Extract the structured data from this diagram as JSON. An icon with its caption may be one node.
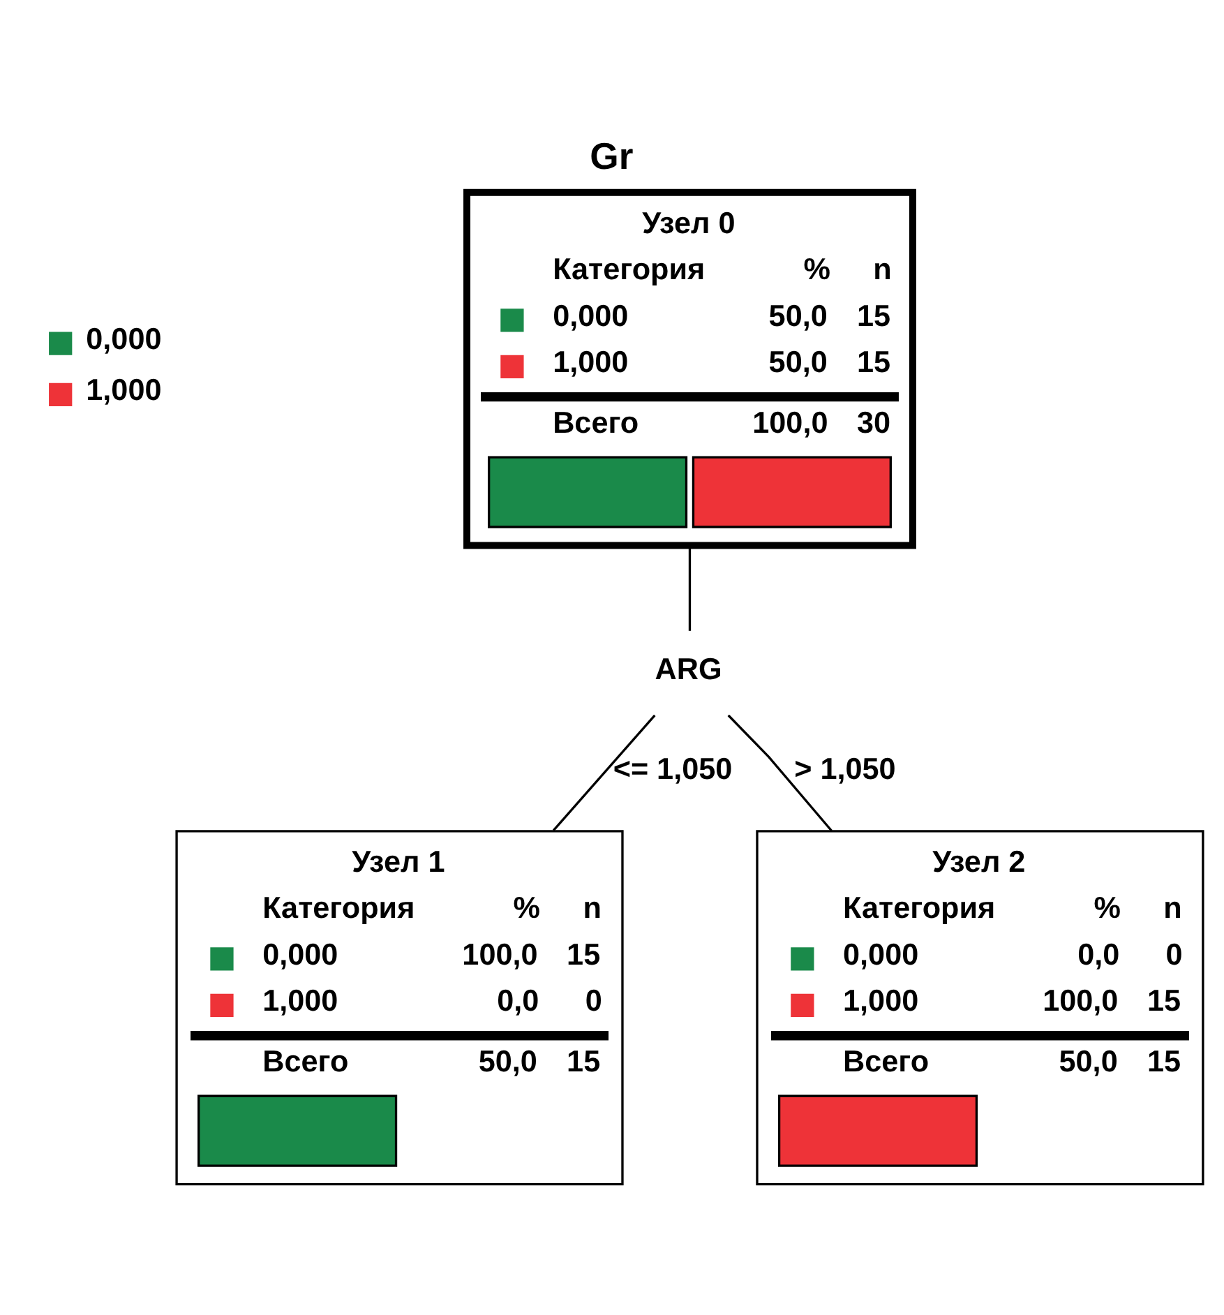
{
  "diagram": {
    "title": "Gr",
    "nodes": [
      {
        "text": [
          "Узел 0",
          "Категория",
          "%",
          "n",
          "0,000",
          "50,0",
          "15",
          "1,000",
          "50,0",
          "15",
          "Всего",
          "100,0",
          "30"
        ]
      },
      {
        "text": [
          "ARG"
        ]
      },
      {
        "text": [
          "Узел 1",
          "Категория",
          "%",
          "n",
          "0,000",
          "100,0",
          "15",
          "1,000",
          "0,0",
          "0",
          "Всего",
          "50,0",
          "15"
        ]
      },
      {
        "text": [
          "Узел 2",
          "Категория",
          "%",
          "n",
          "0,000",
          "0,0",
          "0",
          "1,000",
          "100,0",
          "15",
          "Всего",
          "50,0",
          "15"
        ]
      }
    ],
    "edges": [
      {
        "from": 0,
        "to": 1,
        "arrow": "none"
      },
      {
        "from": 1,
        "to": 2,
        "arrow": "none",
        "label": "<= 1,050"
      },
      {
        "from": 1,
        "to": 3,
        "arrow": "none",
        "label": "> 1,050"
      }
    ],
    "legend": [
      {
        "text": "0,000",
        "color": "#1a8a4a"
      },
      {
        "text": "1,000",
        "color": "#ee3338"
      }
    ]
  }
}
